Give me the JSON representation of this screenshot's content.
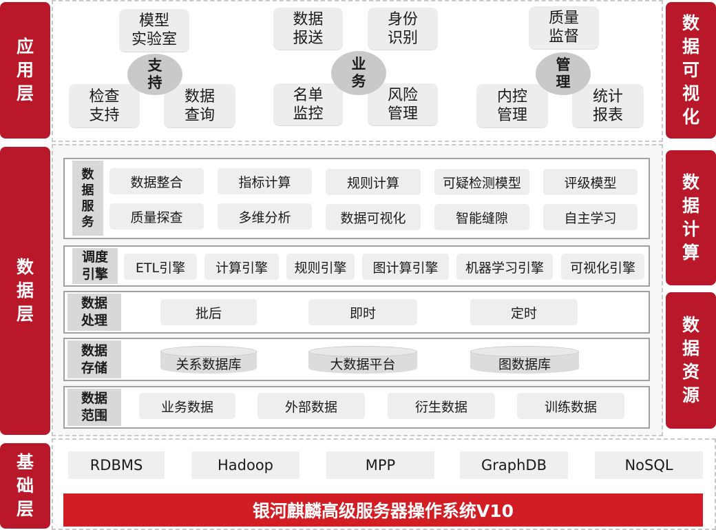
{
  "left_layers": {
    "app": [
      "应",
      "用",
      "层"
    ],
    "data": [
      "数",
      "据",
      "层"
    ],
    "base": [
      "基",
      "础",
      "层"
    ]
  },
  "right_bars": {
    "viz": [
      "数",
      "据",
      "可",
      "视",
      "化"
    ],
    "compute": [
      "数",
      "据",
      "计",
      "算"
    ],
    "resource": [
      "数",
      "据",
      "资",
      "源"
    ]
  },
  "app_layer": {
    "support": {
      "center": [
        "支",
        "持"
      ],
      "top": [
        "模型",
        "实验室"
      ],
      "left": [
        "检查",
        "支持"
      ],
      "right": [
        "数据",
        "查询"
      ]
    },
    "business": {
      "center": [
        "业",
        "务"
      ],
      "top_left": [
        "数据",
        "报送"
      ],
      "top_right": [
        "身份",
        "识别"
      ],
      "bottom_left": [
        "名单",
        "监控"
      ],
      "bottom_right": [
        "风险",
        "管理"
      ]
    },
    "management": {
      "center": [
        "管",
        "理"
      ],
      "top": [
        "质量",
        "监督"
      ],
      "left": [
        "内控",
        "管理"
      ],
      "right": [
        "统计",
        "报表"
      ]
    }
  },
  "data_layer": {
    "services": {
      "label": [
        "数",
        "据",
        "服",
        "务"
      ],
      "row1": [
        "数据整合",
        "指标计算",
        "规则计算",
        "可疑检测模型",
        "评级模型"
      ],
      "row2": [
        "质量探查",
        "多维分析",
        "数据可视化",
        "智能缝隙",
        "自主学习"
      ]
    },
    "engines": {
      "label": [
        "调度",
        "引擎"
      ],
      "items": [
        "ETL引擎",
        "计算引擎",
        "规则引擎",
        "图计算引擎",
        "机器学习引擎",
        "可视化引擎"
      ]
    },
    "processing": {
      "label": [
        "数据",
        "处理"
      ],
      "items": [
        "批后",
        "即时",
        "定时"
      ]
    },
    "storage": {
      "label": [
        "数据",
        "存储"
      ],
      "items": [
        "关系数据库",
        "大数据平台",
        "图数据库"
      ]
    },
    "scope": {
      "label": [
        "数据",
        "范围"
      ],
      "items": [
        "业务数据",
        "外部数据",
        "衍生数据",
        "训练数据"
      ]
    }
  },
  "base_layer": {
    "items": [
      "RDBMS",
      "Hadoop",
      "MPP",
      "GraphDB",
      "NoSQL"
    ],
    "os": "银河麒麟高级服务器操作系统V10"
  },
  "colors": {
    "red_bar": "#b8182a",
    "os_bar": "#d21d24",
    "box_gray": "#eeeeee",
    "label_gray": "#d8d8d8"
  }
}
